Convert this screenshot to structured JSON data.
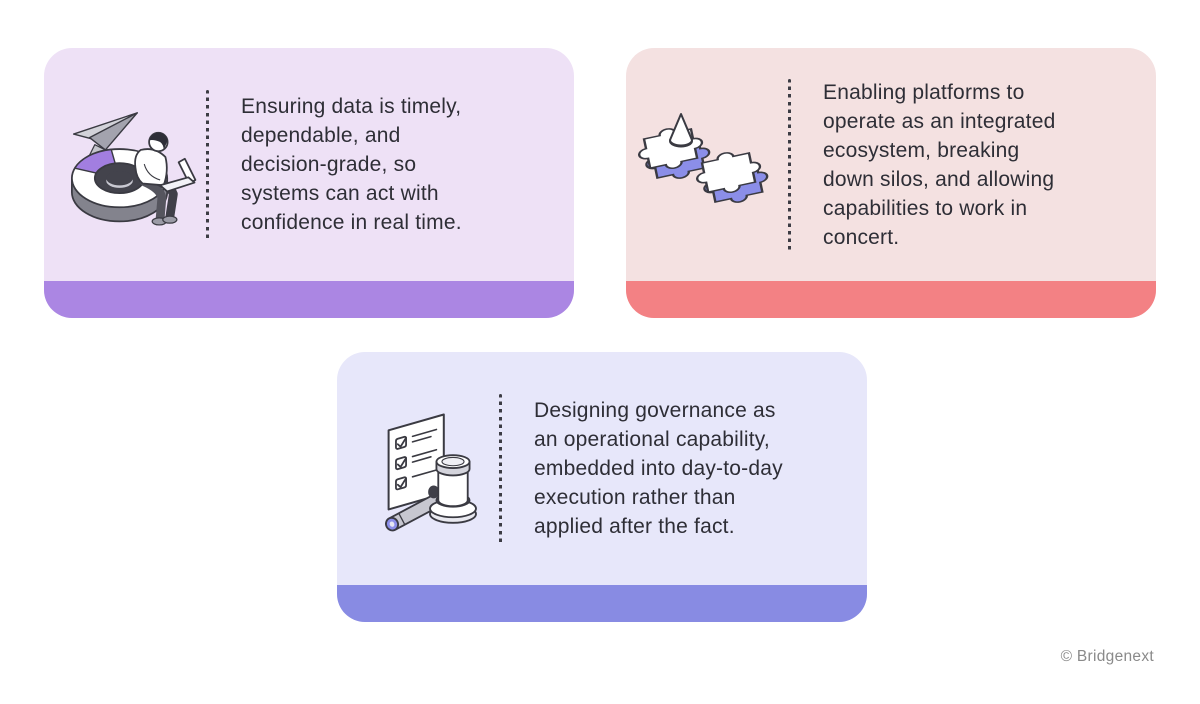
{
  "page": {
    "background_color": "#ffffff",
    "copyright": "© Bridgenext"
  },
  "colors": {
    "card1_background": "#eee1f6",
    "card1_accent_bar": "#ab86e3",
    "card2_background": "#f4e1e1",
    "card2_accent_bar": "#f38184",
    "card3_background": "#e7e7fa",
    "card3_accent_bar": "#888be3",
    "body_text": "#2e2e36",
    "divider_dots": "#3c3c44",
    "illustration_purple_accent": "#a27ee0",
    "illustration_periwinkle": "#8b8ee8",
    "copyright_gray": "#8a8a8a"
  },
  "cards": [
    {
      "name": "data-trust-card",
      "illustration": "person-on-donut-chart-with-paper-plane-illustration",
      "text": "Ensuring data is timely,\ndependable, and\ndecision-grade, so\nsystems can act with\nconfidence in real time."
    },
    {
      "name": "integrated-platforms-card",
      "illustration": "interlocking-puzzle-pieces-illustration",
      "text": "Enabling platforms to\noperate as an integrated\necosystem, breaking\ndown silos, and allowing\ncapabilities to work in\nconcert."
    },
    {
      "name": "governance-card",
      "illustration": "checklist-with-gavel-illustration",
      "text": "Designing governance as\nan operational capability,\nembedded into day-to-day\nexecution rather than\napplied after the fact."
    }
  ]
}
